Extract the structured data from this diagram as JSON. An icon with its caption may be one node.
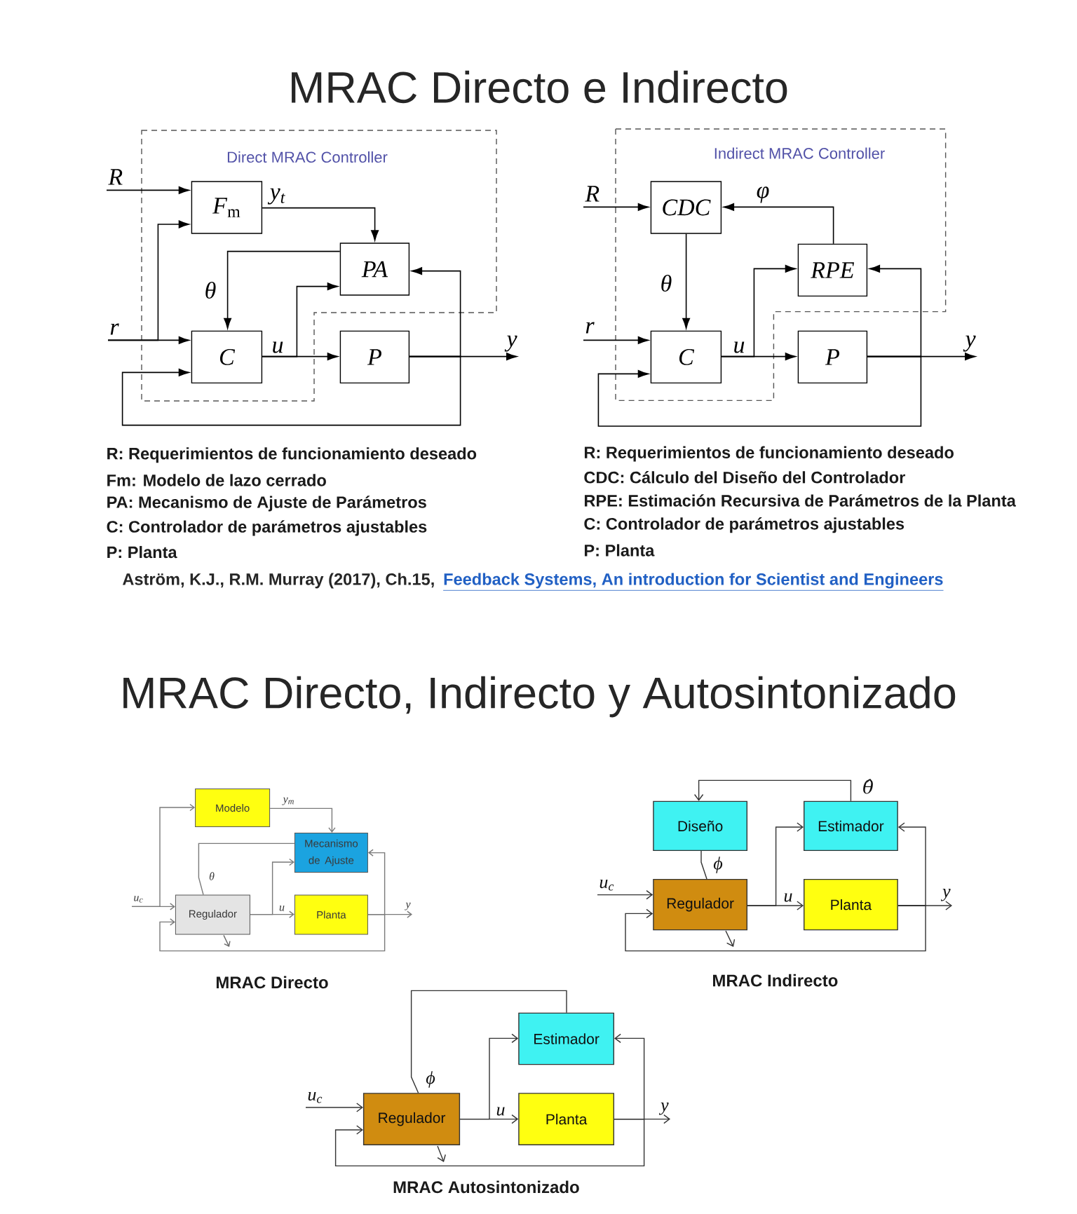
{
  "diagram": {
    "title": "MRAC Directo e Indirecto",
    "nodes": [
      {
        "text": [
          "Direct MRAC Controller"
        ]
      },
      {
        "text": [
          "R"
        ]
      },
      {
        "text": [
          "*F*$_{m}$"
        ],
        "in": 0
      },
      {
        "text": [
          "PA"
        ],
        "in": 0
      },
      {
        "text": [
          "r"
        ]
      },
      {
        "text": [
          "C"
        ],
        "in": 0
      },
      {
        "text": [
          "P"
        ]
      },
      {
        "text": [
          "y"
        ]
      },
      {
        "text": [
          "Indirect MRAC Controller"
        ]
      },
      {
        "text": [
          "R"
        ]
      },
      {
        "text": [
          "CDC"
        ],
        "in": 8
      },
      {
        "text": [
          "RPE"
        ],
        "in": 8
      },
      {
        "text": [
          "r"
        ]
      },
      {
        "text": [
          "C"
        ],
        "in": 8
      },
      {
        "text": [
          "P"
        ]
      },
      {
        "text": [
          "y"
        ]
      },
      {
        "text": [
          "Modelo"
        ]
      },
      {
        "text": [
          "Mecanismo de Ajuste"
        ]
      },
      {
        "text": [
          "u$_{c}$"
        ]
      },
      {
        "text": [
          "Regulador"
        ]
      },
      {
        "text": [
          "Planta"
        ]
      },
      {
        "text": [
          "y"
        ]
      },
      {
        "text": [
          "Diseño"
        ]
      },
      {
        "text": [
          "Estimador"
        ]
      },
      {
        "text": [
          "u$_{c}$"
        ]
      },
      {
        "text": [
          "Regulador"
        ]
      },
      {
        "text": [
          "Planta"
        ]
      },
      {
        "text": [
          "y"
        ]
      },
      {
        "text": [
          "Estimador"
        ]
      },
      {
        "text": [
          "u$_{c}$"
        ]
      },
      {
        "text": [
          "Regulador"
        ]
      },
      {
        "text": [
          "Planta"
        ]
      },
      {
        "text": [
          "y"
        ]
      }
    ],
    "edges": [
      {
        "from": 1,
        "to": 2,
        "arrow": "to"
      },
      {
        "from": 4,
        "to": 2,
        "arrow": "to"
      },
      {
        "from": 4,
        "to": 5,
        "arrow": "to"
      },
      {
        "from": 2,
        "to": 3,
        "arrow": "to",
        "label": "y$_{t}$"
      },
      {
        "from": 3,
        "to": 5,
        "arrow": "to",
        "label": "θ"
      },
      {
        "from": 5,
        "to": 6,
        "arrow": "to",
        "label": "u"
      },
      {
        "from": 5,
        "to": 3,
        "arrow": "to"
      },
      {
        "from": 6,
        "to": 7,
        "arrow": "to"
      },
      {
        "from": 6,
        "to": 3,
        "arrow": "to"
      },
      {
        "from": 6,
        "to": 5,
        "arrow": "to"
      },
      {
        "from": 9,
        "to": 10,
        "arrow": "to"
      },
      {
        "from": 11,
        "to": 10,
        "arrow": "to",
        "label": "φ"
      },
      {
        "from": 10,
        "to": 13,
        "arrow": "to",
        "label": "θ"
      },
      {
        "from": 12,
        "to": 13,
        "arrow": "to"
      },
      {
        "from": 13,
        "to": 14,
        "arrow": "to",
        "label": "u"
      },
      {
        "from": 13,
        "to": 11,
        "arrow": "to"
      },
      {
        "from": 14,
        "to": 15,
        "arrow": "to"
      },
      {
        "from": 14,
        "to": 11,
        "arrow": "to"
      },
      {
        "from": 14,
        "to": 13,
        "arrow": "to"
      },
      {
        "from": 18,
        "to": 16,
        "arrow": "to",
        "color": "#7a7a7a"
      },
      {
        "from": 18,
        "to": 19,
        "arrow": "to",
        "color": "#7a7a7a"
      },
      {
        "from": 16,
        "to": 17,
        "arrow": "to",
        "label": "y$_{m}$",
        "color": "#7a7a7a"
      },
      {
        "from": 17,
        "to": 19,
        "arrow": "none",
        "label": "θ",
        "color": "#7a7a7a"
      },
      {
        "from": 19,
        "to": 20,
        "arrow": "to",
        "label": "u",
        "color": "#7a7a7a"
      },
      {
        "from": 19,
        "to": 17,
        "arrow": "to",
        "color": "#7a7a7a"
      },
      {
        "from": 20,
        "to": 21,
        "arrow": "to",
        "color": "#7a7a7a"
      },
      {
        "from": 20,
        "to": 17,
        "arrow": "to",
        "color": "#7a7a7a"
      },
      {
        "from": 20,
        "to": 19,
        "arrow": "to",
        "color": "#7a7a7a"
      },
      {
        "from": 23,
        "to": 22,
        "arrow": "to",
        "label": "θ̂"
      },
      {
        "from": 22,
        "to": 25,
        "arrow": "none",
        "label": "ϕ"
      },
      {
        "from": 24,
        "to": 25,
        "arrow": "to"
      },
      {
        "from": 25,
        "to": 26,
        "arrow": "to",
        "label": "u"
      },
      {
        "from": 25,
        "to": 23,
        "arrow": "to"
      },
      {
        "from": 26,
        "to": 27,
        "arrow": "to"
      },
      {
        "from": 26,
        "to": 23,
        "arrow": "to"
      },
      {
        "from": 26,
        "to": 25,
        "arrow": "to"
      },
      {
        "from": 28,
        "to": 30,
        "arrow": "none",
        "label": "ϕ"
      },
      {
        "from": 29,
        "to": 30,
        "arrow": "to"
      },
      {
        "from": 30,
        "to": 31,
        "arrow": "to",
        "label": "u"
      },
      {
        "from": 30,
        "to": 28,
        "arrow": "to"
      },
      {
        "from": 31,
        "to": 32,
        "arrow": "to"
      },
      {
        "from": 31,
        "to": 28,
        "arrow": "to"
      },
      {
        "from": 31,
        "to": 30,
        "arrow": "to"
      }
    ],
    "labels": [
      "R: Requerimientos de funcionamiento deseado",
      "Fm: Modelo de lazo cerrado",
      "PA: Mecanismo de Ajuste de Parámetros",
      "C: Controlador de parámetros ajustables",
      "P: Planta",
      "R: Requerimientos de funcionamiento deseado",
      "CDC: Cálculo del Diseño del Controlador",
      "RPE: Estimación Recursiva de Parámetros de la Planta",
      "C: Controlador de parámetros ajustables",
      "P: Planta",
      "Aström, K.J., R.M. Murray (2017), Ch.15,",
      "Feedback Systems, An introduction for Scientist and Engineers",
      "MRAC Directo, Indirecto y Autosintonizado",
      "MRAC Directo",
      "MRAC Indirecto",
      "MRAC Autosintonizado"
    ]
  }
}
